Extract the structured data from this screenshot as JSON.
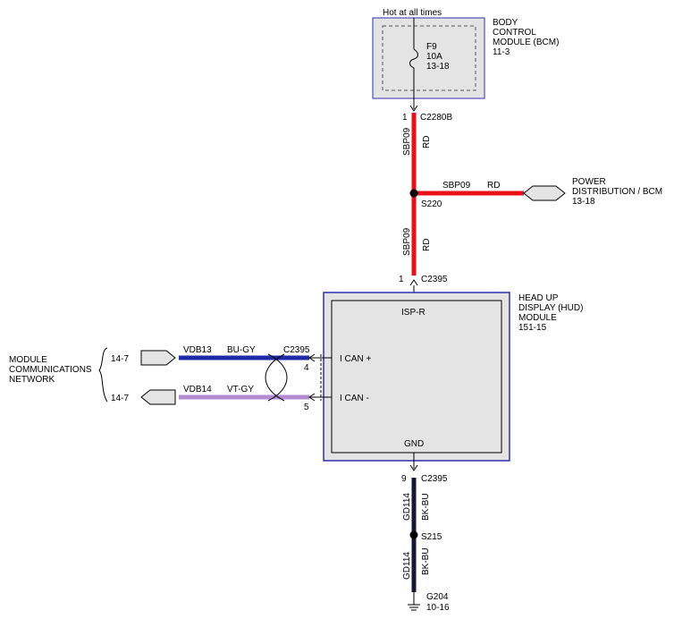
{
  "header": {
    "hot_label": "Hot at all times"
  },
  "bcm": {
    "name_lines": [
      "BODY",
      "CONTROL",
      "MODULE (BCM)",
      "11-3"
    ],
    "fuse": {
      "name": "F9",
      "rating": "10A",
      "ref": "13-18"
    }
  },
  "connectors": {
    "c2280b": {
      "pin": "1",
      "name": "C2280B"
    },
    "c2395_top": {
      "pin": "1",
      "name": "C2395"
    },
    "c2395_can": {
      "name": "C2395",
      "pin_plus": "4",
      "pin_minus": "5"
    },
    "c2395_gnd": {
      "pin": "9",
      "name": "C2395"
    }
  },
  "wires": {
    "sbp09_upper": {
      "circuit": "SBP09",
      "color": "RD"
    },
    "sbp09_branch": {
      "circuit": "SBP09",
      "color": "RD"
    },
    "sbp09_lower": {
      "circuit": "SBP09",
      "color": "RD"
    },
    "vdb13": {
      "circuit": "VDB13",
      "color": "BU-GY"
    },
    "vdb14": {
      "circuit": "VDB14",
      "color": "VT-GY"
    },
    "gd114_upper": {
      "circuit": "GD114",
      "color": "BK-BU"
    },
    "gd114_lower": {
      "circuit": "GD114",
      "color": "BK-BU"
    }
  },
  "splices": {
    "s220": "S220",
    "s215": "S215"
  },
  "power_distribution": {
    "lines": [
      "POWER",
      "DISTRIBUTION / BCM",
      "13-18"
    ]
  },
  "hud": {
    "name_lines": [
      "HEAD UP",
      "DISPLAY (HUD)",
      "MODULE",
      "151-15"
    ],
    "isp_label": "ISP-R",
    "can_plus_label": "I CAN +",
    "can_minus_label": "I CAN -",
    "gnd_label": "GND"
  },
  "network": {
    "name_lines": [
      "MODULE",
      "COMMUNICATIONS",
      "NETWORK"
    ],
    "ref_top": "14-7",
    "ref_bottom": "14-7"
  },
  "ground": {
    "name": "G204",
    "ref": "10-16"
  },
  "colors": {
    "red_wire": "#e8101a",
    "blue_wire": "#1e2aa8",
    "violet_wire": "#b48ad2",
    "dark_wire": "#151733",
    "module_border": "#2b2fb0",
    "module_fill": "#e4e4e4"
  }
}
